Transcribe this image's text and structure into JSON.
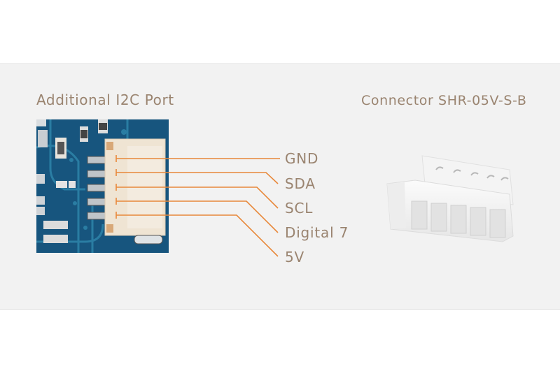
{
  "panel": {
    "background": "#f2f2f2"
  },
  "left": {
    "title": "Additional I2C Port",
    "image_alt": "PCB with 5-pin connector"
  },
  "right": {
    "title": "Connector SHR-05V-S-B",
    "image_alt": "White 5-pin connector housing"
  },
  "pins": [
    {
      "label": "GND"
    },
    {
      "label": "SDA"
    },
    {
      "label": "SCL"
    },
    {
      "label": "Digital 7"
    },
    {
      "label": "5V"
    }
  ],
  "colors": {
    "text": "#9a8470",
    "leader_line": "#e8883a",
    "pcb": "#17557e"
  }
}
